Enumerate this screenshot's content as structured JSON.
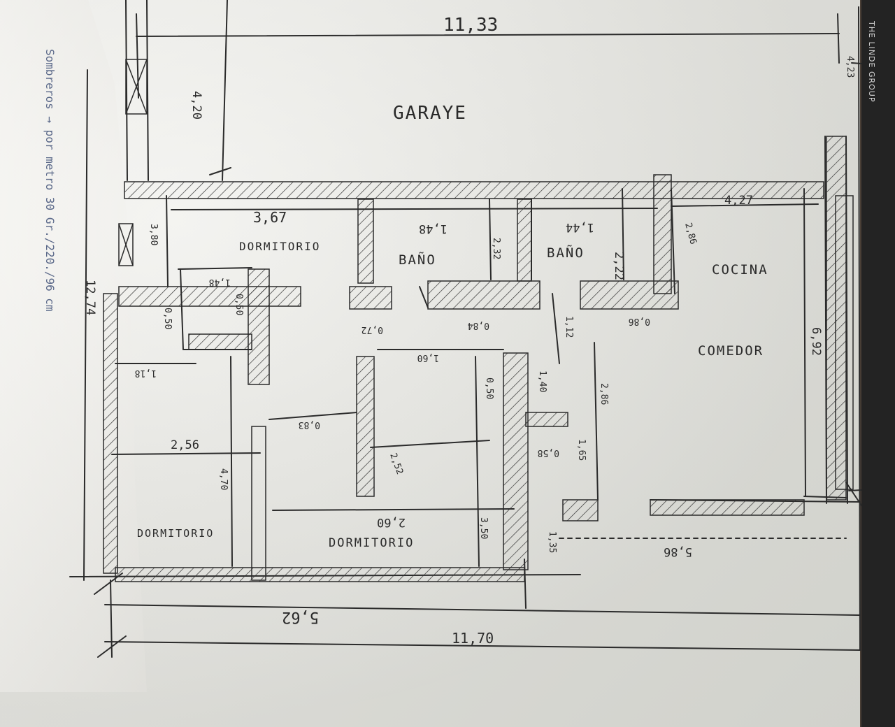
{
  "brand": "THE LINDE GROUP",
  "side_note": "Sombreros → por metro 30 Gr./220./96 cm",
  "rooms": {
    "garage": "GARAYE",
    "bedroom_top": "DORMITORIO",
    "bath_1": "BAÑO",
    "bath_2": "BAÑO",
    "kitchen": "COCINA",
    "dining": "COMEDOR",
    "bedroom_bottom_left": "DORMITORIO",
    "bedroom_bottom_mid": "DORMITORIO"
  },
  "dimensions": {
    "top_width": "11,33",
    "garage_depth": "4,20",
    "corner_top_right": "4,23",
    "bedroom_width": "3,67",
    "bedroom_depth": "3,80",
    "bath1_width": "1,48",
    "bath1_depth": "2,32",
    "bath2_width": "1,44",
    "bath2_depth": "2,22",
    "kitchen_width": "4,27",
    "kitchen_depth": "2,86",
    "total_depth": "12,74",
    "closet_width": "1,48",
    "closet_depth": "0,50",
    "closet_side": "0,50",
    "hall_w1": "1,18",
    "door_a": "0,72",
    "door_b": "0,84",
    "door_c": "0,86",
    "hall_width": "1,60",
    "hall_side": "1,12",
    "diag_a": "2,86",
    "dining_depth": "6,92",
    "closet_b": "1,40",
    "hall_depth": "0,50",
    "door_d": "0,83",
    "bed_left_width": "2,56",
    "bed_left_depth": "4,70",
    "small_a": "2,52",
    "post_a": "0,58",
    "post_b": "1,65",
    "bed_mid_width": "2,60",
    "bed_mid_depth": "3,50",
    "post_c": "1,35",
    "dining_width": "5,86",
    "bottom_a": "5,62",
    "bottom_b": "11,70"
  }
}
